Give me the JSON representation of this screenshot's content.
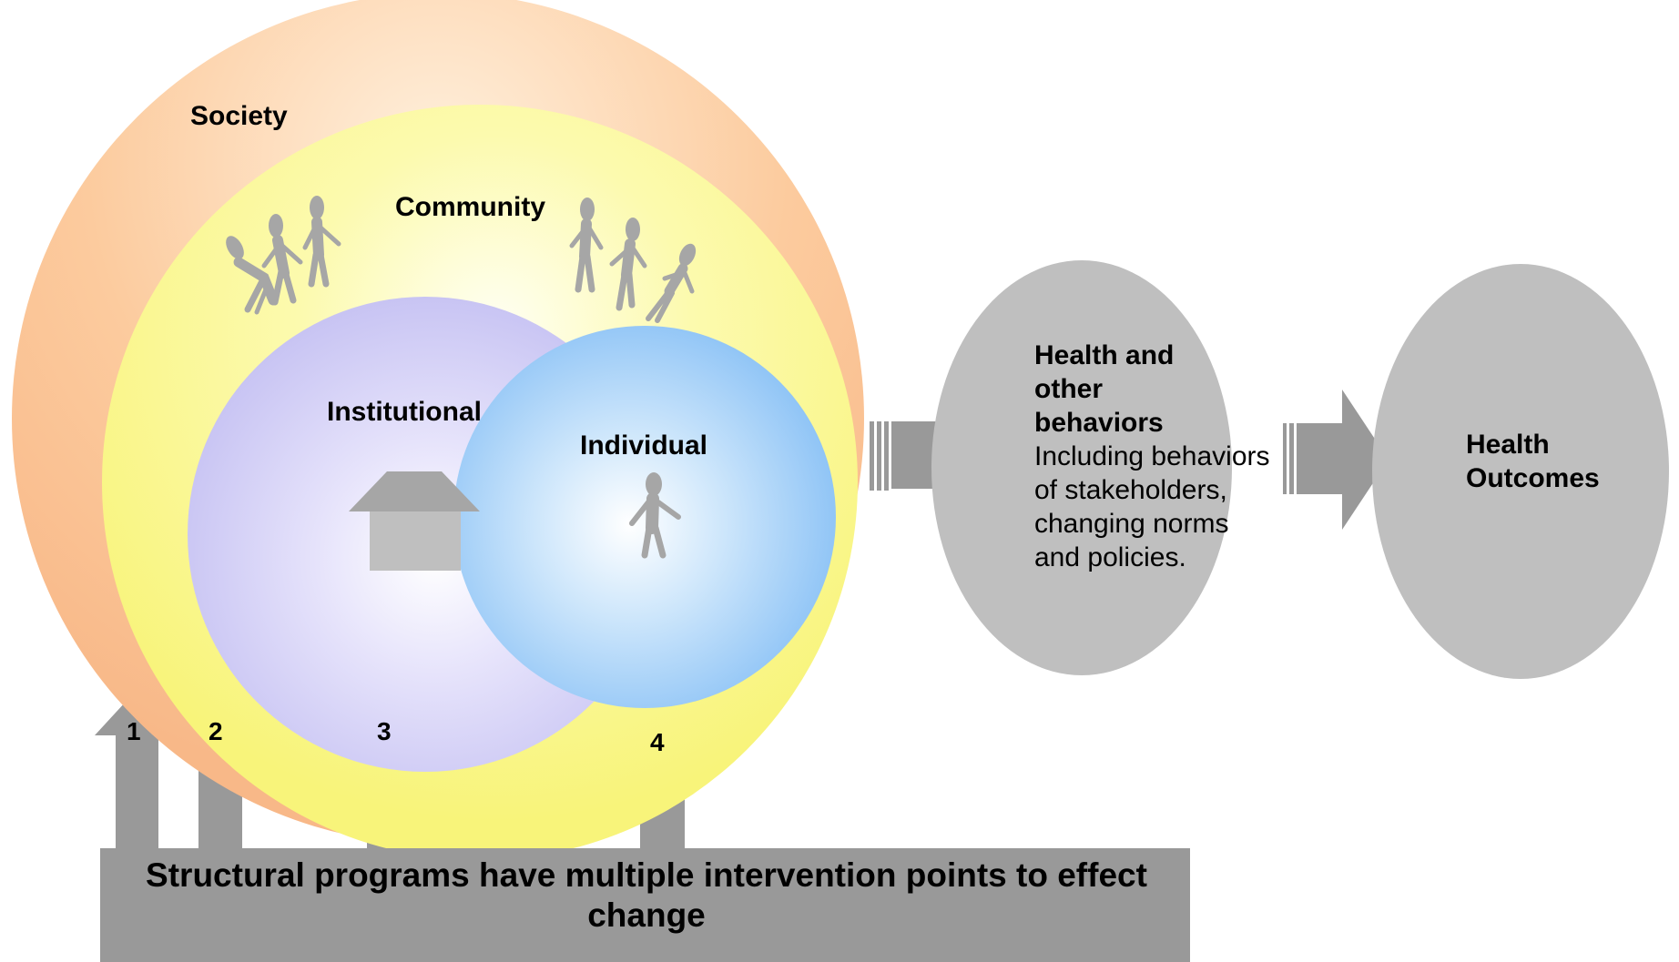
{
  "diagram": {
    "levels": {
      "society": "Society",
      "community": "Community",
      "institutional": "Institutional",
      "individual": "Individual"
    },
    "intervention_points": [
      "1",
      "2",
      "3",
      "4"
    ],
    "behaviors": {
      "heading_lines": [
        "Health and",
        "other",
        "behaviors"
      ],
      "description_lines": [
        "Including behaviors",
        "of stakeholders,",
        "changing norms",
        "and policies."
      ]
    },
    "outcomes": {
      "lines": [
        "Health",
        "Outcomes"
      ]
    },
    "banner": {
      "lines": [
        "Structural programs have multiple intervention points to effect",
        "change"
      ]
    },
    "icons": [
      "people-group-icon",
      "house-icon",
      "person-icon",
      "block-arrow-icon"
    ],
    "colors": {
      "society": "#F9B98A",
      "community": "#FAF67E",
      "institutional": "#C9C5F2",
      "individual": "#92C6F7",
      "arrow_gray": "#999999",
      "oval_gray": "#BFBFBF",
      "figure_gray": "#A6A6A6"
    }
  }
}
